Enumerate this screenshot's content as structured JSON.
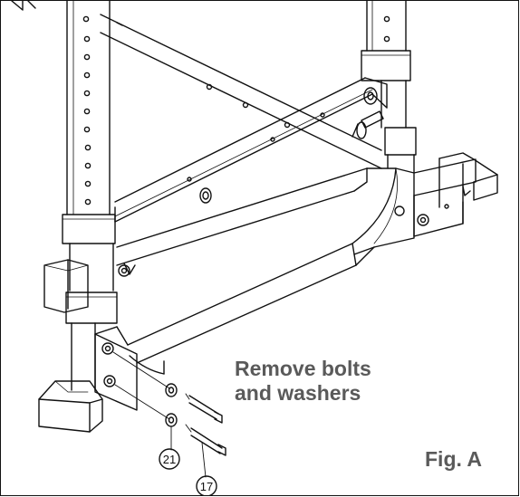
{
  "instruction": {
    "line1": "Remove bolts",
    "line2": "and washers"
  },
  "figure_label": "Fig. A",
  "callouts": {
    "washer_part": "21",
    "bolt_part": "17"
  },
  "colors": {
    "ink": "#111111",
    "label_gray": "#5a5a5a",
    "background": "#ffffff"
  }
}
